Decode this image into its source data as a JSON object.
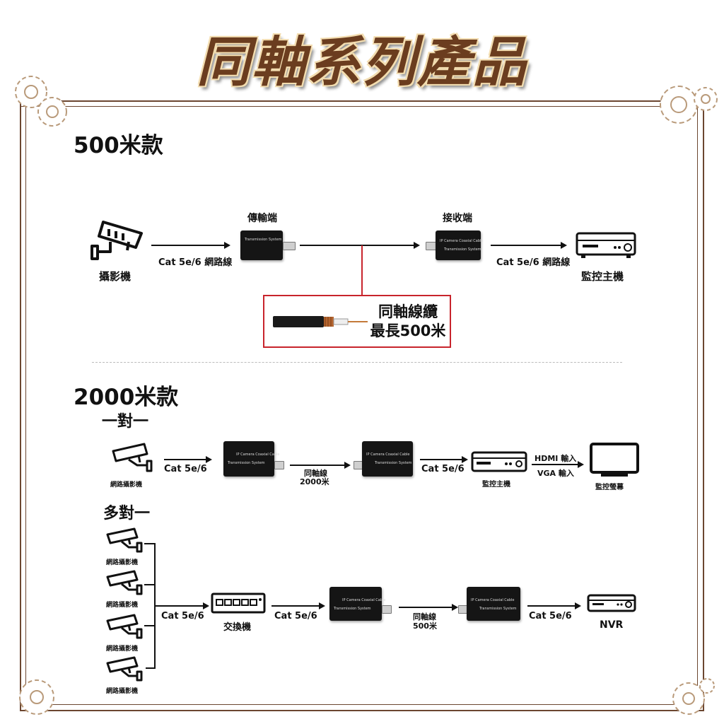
{
  "title": "同軸系列產品",
  "section_500": {
    "title": "500米款",
    "camera_label": "攝影機",
    "cable_label_1": "Cat 5e/6 網路線",
    "transmitter_title": "傳輸端",
    "transmitter_text": "Transmission System",
    "receiver_title": "接收端",
    "receiver_text_1": "IP Camera Coaxial Cable",
    "receiver_text_2": "Transmission System",
    "cable_label_2": "Cat 5e/6 網路線",
    "dvr_label": "監控主機",
    "coax_line1": "同軸線纜",
    "coax_line2": "最長500米"
  },
  "section_2000": {
    "title": "2000米款",
    "one_to_one": {
      "title": "一對一",
      "camera_label": "網路攝影機",
      "cable_1": "Cat 5e/6",
      "device_1_text_1": "IP Camera Coaxial Cable",
      "device_1_text_2": "Transmission System",
      "coax_1": "同軸線",
      "coax_2": "2000米",
      "device_2_text_1": "IP Camera Coaxial Cable",
      "device_2_text_2": "Transmission System",
      "cable_2": "Cat 5e/6",
      "dvr_label": "監控主機",
      "hdmi": "HDMI 輸入",
      "vga": "VGA 輸入",
      "monitor_label": "監控螢幕"
    },
    "many_to_one": {
      "title": "多對一",
      "cameras": [
        "網路攝影機",
        "網路攝影機",
        "網路攝影機",
        "網路攝影機"
      ],
      "cable_1": "Cat 5e/6",
      "switch_label": "交換機",
      "cable_2": "Cat 5e/6",
      "device_1_text_1": "IP Camera Coaxial Cable",
      "device_1_text_2": "Transmission System",
      "coax_1": "同軸線",
      "coax_2": "500米",
      "device_2_text_1": "IP Camera Coaxial Cable",
      "device_2_text_2": "Transmission System",
      "cable_3": "Cat 5e/6",
      "nvr_label": "NVR"
    }
  },
  "colors": {
    "frame": "#6b4630",
    "title": "#6b3d1f",
    "highlight_box": "#c8242c"
  }
}
